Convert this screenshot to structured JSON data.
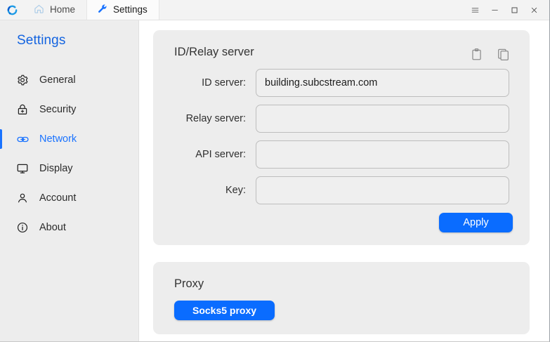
{
  "window": {
    "logo_icon": "rustdesk-logo-icon",
    "tabs": [
      {
        "label": "Home",
        "icon": "home-icon",
        "active": false
      },
      {
        "label": "Settings",
        "icon": "wrench-icon",
        "active": true
      }
    ],
    "controls": [
      {
        "name": "menu-button",
        "icon": "hamburger-menu-icon"
      },
      {
        "name": "minimize-button",
        "icon": "minimize-icon"
      },
      {
        "name": "maximize-button",
        "icon": "maximize-icon"
      },
      {
        "name": "close-button",
        "icon": "close-icon"
      }
    ]
  },
  "sidebar": {
    "title": "Settings",
    "accent_color": "#1a73ff",
    "items": [
      {
        "label": "General",
        "icon": "gear-icon",
        "active": false
      },
      {
        "label": "Security",
        "icon": "lock-icon",
        "active": false
      },
      {
        "label": "Network",
        "icon": "link-icon",
        "active": true
      },
      {
        "label": "Display",
        "icon": "monitor-icon",
        "active": false
      },
      {
        "label": "Account",
        "icon": "person-icon",
        "active": false
      },
      {
        "label": "About",
        "icon": "info-circle-icon",
        "active": false
      }
    ]
  },
  "main": {
    "id_relay_card": {
      "title": "ID/Relay server",
      "actions": [
        {
          "name": "paste-button",
          "icon": "clipboard-icon"
        },
        {
          "name": "copy-button",
          "icon": "copy-icon"
        }
      ],
      "fields": [
        {
          "label": "ID server:",
          "value": "building.subcstream.com",
          "placeholder": ""
        },
        {
          "label": "Relay server:",
          "value": "",
          "placeholder": ""
        },
        {
          "label": "API server:",
          "value": "",
          "placeholder": ""
        },
        {
          "label": "Key:",
          "value": "",
          "placeholder": ""
        }
      ],
      "apply_label": "Apply"
    },
    "proxy_card": {
      "title": "Proxy",
      "socks5_label": "Socks5 proxy"
    }
  },
  "colors": {
    "accent_blue": "#0a6cff",
    "sidebar_bg": "#ededed",
    "card_bg": "#ededed"
  }
}
